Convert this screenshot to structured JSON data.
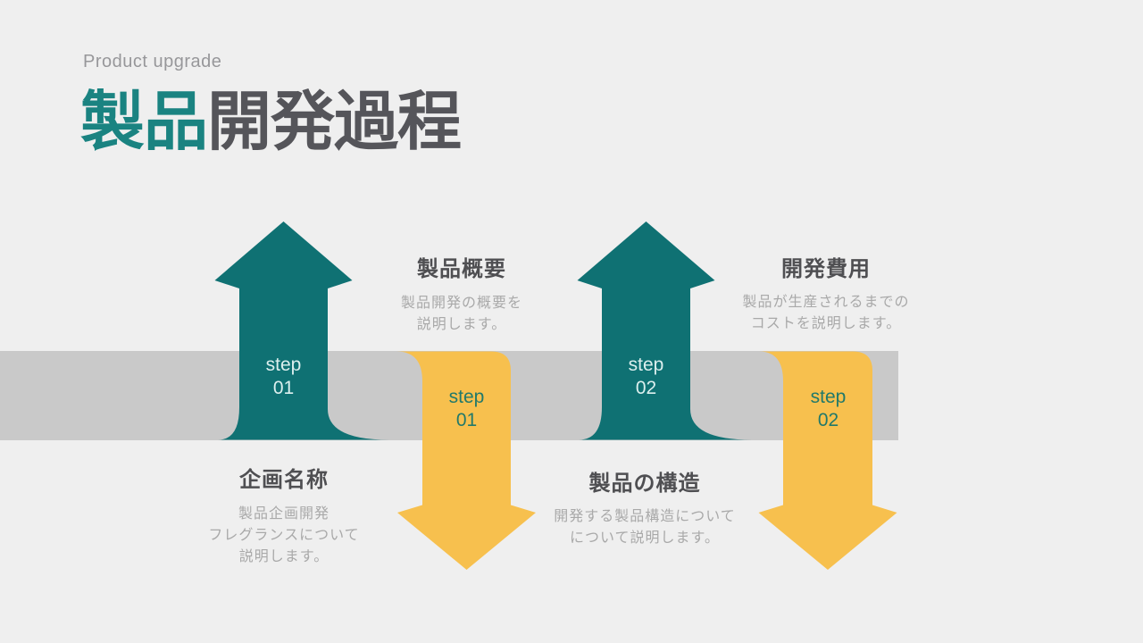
{
  "header": {
    "eyebrow": "Product upgrade",
    "title_accent": "製品",
    "title_rest": "開発過程"
  },
  "colors": {
    "background": "#EFEFEF",
    "band": "#C9C9C9",
    "arrow_teal": "#0F7173",
    "arrow_yellow": "#F7C04E",
    "title_accent": "#1A8381",
    "title_rest": "#55555A",
    "eyebrow": "#97979A",
    "heading_text": "#4F4F52",
    "body_text": "#A9A9A9",
    "step_text_on_teal": "#DCEFEE",
    "step_text_on_yellow": "#22796A"
  },
  "steps": [
    {
      "name": "step-01-up",
      "line1": "step",
      "line2": "01",
      "arrow": "teal-up"
    },
    {
      "name": "step-01-down",
      "line1": "step",
      "line2": "01",
      "arrow": "yellow-down"
    },
    {
      "name": "step-02-up",
      "line1": "step",
      "line2": "02",
      "arrow": "teal-up"
    },
    {
      "name": "step-02-down",
      "line1": "step",
      "line2": "02",
      "arrow": "yellow-down"
    }
  ],
  "blocks": [
    {
      "heading": "製品概要",
      "lines": [
        "製品開発の概要を",
        "説明します。"
      ]
    },
    {
      "heading": "開発費用",
      "lines": [
        "製品が生産されるまでの",
        "コストを説明します。"
      ]
    },
    {
      "heading": "企画名称",
      "lines": [
        "製品企画開発",
        "フレグランスについて",
        "説明します。"
      ]
    },
    {
      "heading": "製品の構造",
      "lines": [
        "開発する製品構造について",
        "について説明します。"
      ]
    }
  ]
}
